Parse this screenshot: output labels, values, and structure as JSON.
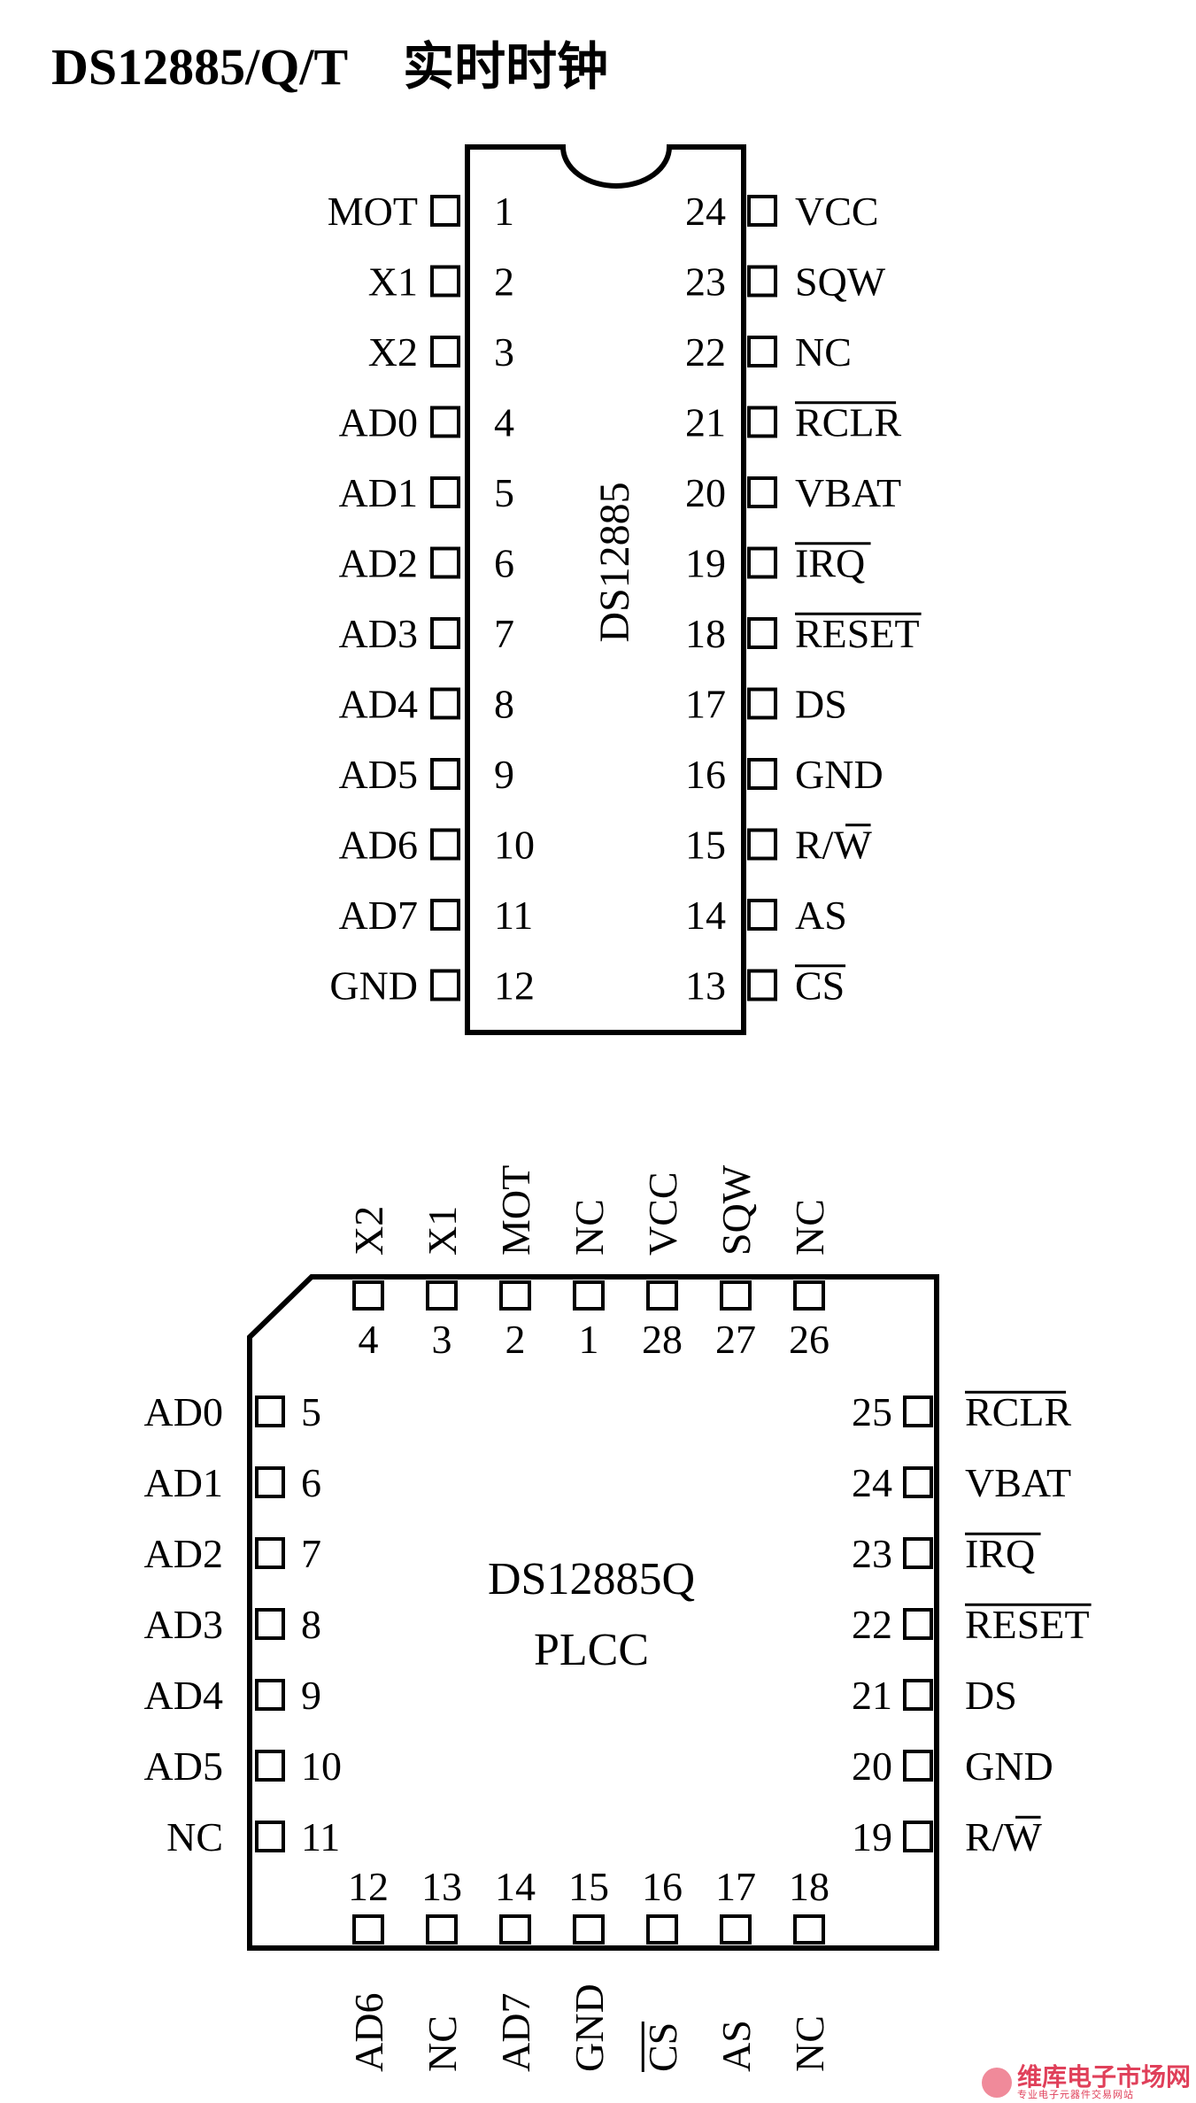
{
  "title": {
    "part": "DS12885/Q/T",
    "desc": "实时时钟"
  },
  "dip": {
    "body_label": "DS12885",
    "left_pins": [
      {
        "num": "1",
        "name": "MOT"
      },
      {
        "num": "2",
        "name": "X1"
      },
      {
        "num": "3",
        "name": "X2"
      },
      {
        "num": "4",
        "name": "AD0"
      },
      {
        "num": "5",
        "name": "AD1"
      },
      {
        "num": "6",
        "name": "AD2"
      },
      {
        "num": "7",
        "name": "AD3"
      },
      {
        "num": "8",
        "name": "AD4"
      },
      {
        "num": "9",
        "name": "AD5"
      },
      {
        "num": "10",
        "name": "AD6"
      },
      {
        "num": "11",
        "name": "AD7"
      },
      {
        "num": "12",
        "name": "GND"
      }
    ],
    "right_pins": [
      {
        "num": "24",
        "name": "VCC"
      },
      {
        "num": "23",
        "name": "SQW"
      },
      {
        "num": "22",
        "name": "NC"
      },
      {
        "num": "21",
        "name": "RCLR",
        "overbar": true
      },
      {
        "num": "20",
        "name": "VBAT"
      },
      {
        "num": "19",
        "name": "IRQ",
        "overbar": true
      },
      {
        "num": "18",
        "name": "RESET",
        "overbar": true
      },
      {
        "num": "17",
        "name": "DS"
      },
      {
        "num": "16",
        "name": "GND"
      },
      {
        "num": "15",
        "name": "R/W",
        "overbar_part": "W"
      },
      {
        "num": "14",
        "name": "AS"
      },
      {
        "num": "13",
        "name": "CS",
        "overbar": true
      }
    ]
  },
  "plcc": {
    "body_label_1": "DS12885Q",
    "body_label_2": "PLCC",
    "top_pins": [
      {
        "num": "4",
        "name": "X2"
      },
      {
        "num": "3",
        "name": "X1"
      },
      {
        "num": "2",
        "name": "MOT"
      },
      {
        "num": "1",
        "name": "NC"
      },
      {
        "num": "28",
        "name": "VCC"
      },
      {
        "num": "27",
        "name": "SQW"
      },
      {
        "num": "26",
        "name": "NC"
      }
    ],
    "left_pins": [
      {
        "num": "5",
        "name": "AD0"
      },
      {
        "num": "6",
        "name": "AD1"
      },
      {
        "num": "7",
        "name": "AD2"
      },
      {
        "num": "8",
        "name": "AD3"
      },
      {
        "num": "9",
        "name": "AD4"
      },
      {
        "num": "10",
        "name": "AD5"
      },
      {
        "num": "11",
        "name": "NC"
      }
    ],
    "right_pins": [
      {
        "num": "25",
        "name": "RCLR",
        "overbar": true
      },
      {
        "num": "24",
        "name": "VBAT"
      },
      {
        "num": "23",
        "name": "IRQ",
        "overbar": true
      },
      {
        "num": "22",
        "name": "RESET",
        "overbar": true
      },
      {
        "num": "21",
        "name": "DS"
      },
      {
        "num": "20",
        "name": "GND"
      },
      {
        "num": "19",
        "name": "R/W",
        "overbar_part": "W"
      }
    ],
    "bottom_pins": [
      {
        "num": "12",
        "name": "AD6"
      },
      {
        "num": "13",
        "name": "NC"
      },
      {
        "num": "14",
        "name": "AD7"
      },
      {
        "num": "15",
        "name": "GND"
      },
      {
        "num": "16",
        "name": "CS",
        "overbar": true
      },
      {
        "num": "17",
        "name": "AS"
      },
      {
        "num": "18",
        "name": "NC"
      }
    ]
  },
  "watermark": {
    "brand": "维库电子市场网",
    "sub": "专业电子元器件交易网站"
  }
}
